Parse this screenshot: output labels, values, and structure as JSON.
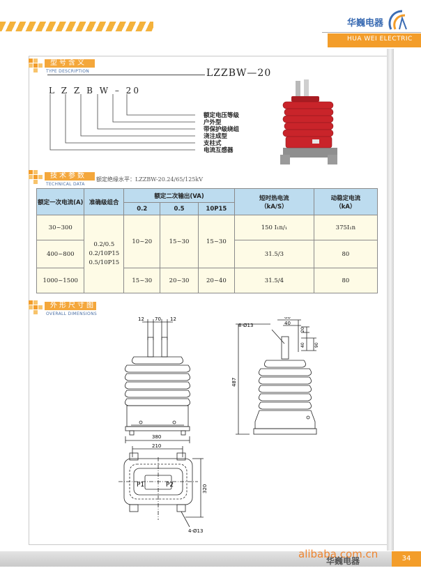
{
  "header": {
    "brand_cn": "华巍电器",
    "brand_en": "HUA WEI ELECTRIC"
  },
  "sections": {
    "type": {
      "title_cn": "型号含义",
      "title_en": "TYPE DESCRIPTION"
    },
    "tech": {
      "title_cn": "技术参数",
      "title_en": "TECHNICAL DATA",
      "note": "额定绝缘水平：LZZBW-20.24/65/125kV"
    },
    "dims": {
      "title_cn": "外形尺寸图",
      "title_en": "OVERALL DIMENSIONS"
    }
  },
  "model": {
    "title": "LZZBW—20",
    "code": "L Z Z B W – 20",
    "meanings": [
      "额定电压等级",
      "户外型",
      "带保护级绕组",
      "浇注成型",
      "支柱式",
      "电流互感器"
    ]
  },
  "table": {
    "h_primary": "额定一次电流(A)",
    "h_accuracy": "准确级组合",
    "h_output": "额定二次输出(VA)",
    "h_out_cols": [
      "0.2",
      "0.5",
      "10P15"
    ],
    "h_thermal": "短时热电流",
    "h_thermal_unit": "（kA/S）",
    "h_dynamic": "动稳定电流",
    "h_dynamic_unit": "（kA）",
    "accuracy_combos": "0.2/0.5\n0.2/10P15\n0.5/10P15",
    "rows": [
      {
        "primary": "30~300",
        "thermal": "150 I₁n/₁",
        "dynamic": "375I₁n"
      },
      {
        "primary": "400~800",
        "thermal": "31.5/3",
        "dynamic": "80"
      },
      {
        "primary": "1000~1500",
        "thermal": "31.5/4",
        "dynamic": "80"
      }
    ],
    "out_group1": [
      "10~20",
      "15~30",
      "15~30"
    ],
    "out_group2": [
      "15~30",
      "20~30",
      "20~40"
    ]
  },
  "dims": {
    "top_12a": "12",
    "top_70": "70",
    "top_12b": "12",
    "width_380": "380",
    "side_80a": "80",
    "side_40a": "40",
    "side_20": "20",
    "side_40b": "40",
    "side_90": "90",
    "holes_top": "8-Ø13",
    "height_487": "487",
    "plan_210": "210",
    "plan_320": "320",
    "holes_base": "4-Ø13",
    "p1": "P1",
    "p2": "P2"
  },
  "footer": {
    "brand": "华巍电器",
    "page": "34",
    "watermark": "alibaba.com.cn"
  },
  "colors": {
    "accent": "#f39d2a",
    "table_head": "#bddcef",
    "insulator_red": "#c9242a"
  }
}
